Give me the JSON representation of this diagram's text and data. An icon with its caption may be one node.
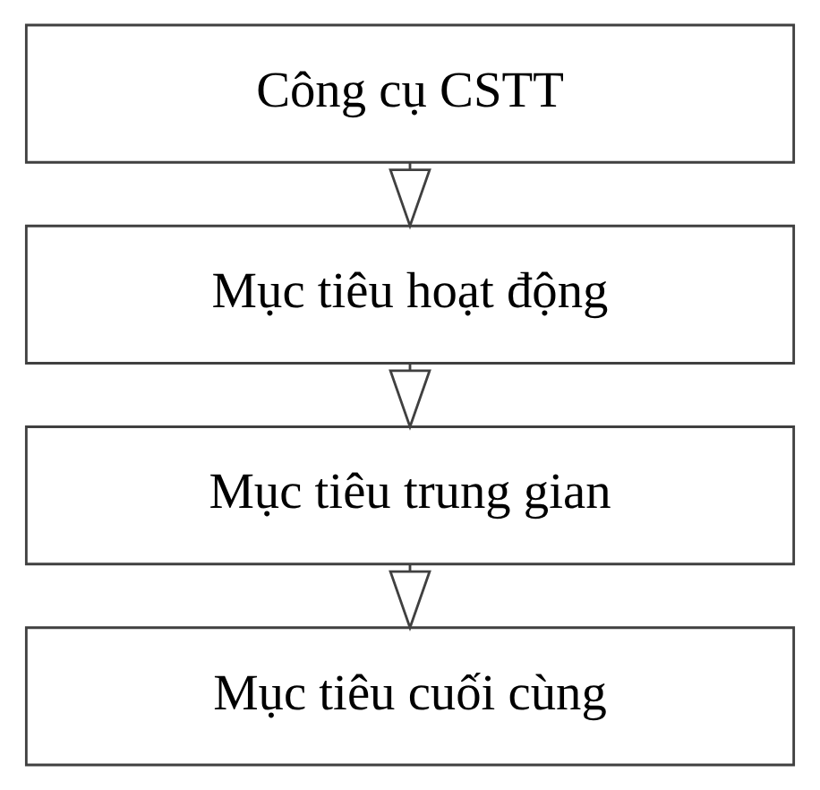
{
  "diagram": {
    "nodes": [
      {
        "text": [
          "Công cụ CSTT"
        ]
      },
      {
        "text": [
          "Mục tiêu hoạt động"
        ]
      },
      {
        "text": [
          "Mục tiêu trung gian"
        ]
      },
      {
        "text": [
          "Mục tiêu cuối cùng"
        ]
      }
    ],
    "edges": [
      {
        "from": 0,
        "to": 1,
        "arrow": "to"
      },
      {
        "from": 1,
        "to": 2,
        "arrow": "to"
      },
      {
        "from": 2,
        "to": 3,
        "arrow": "to"
      }
    ]
  }
}
